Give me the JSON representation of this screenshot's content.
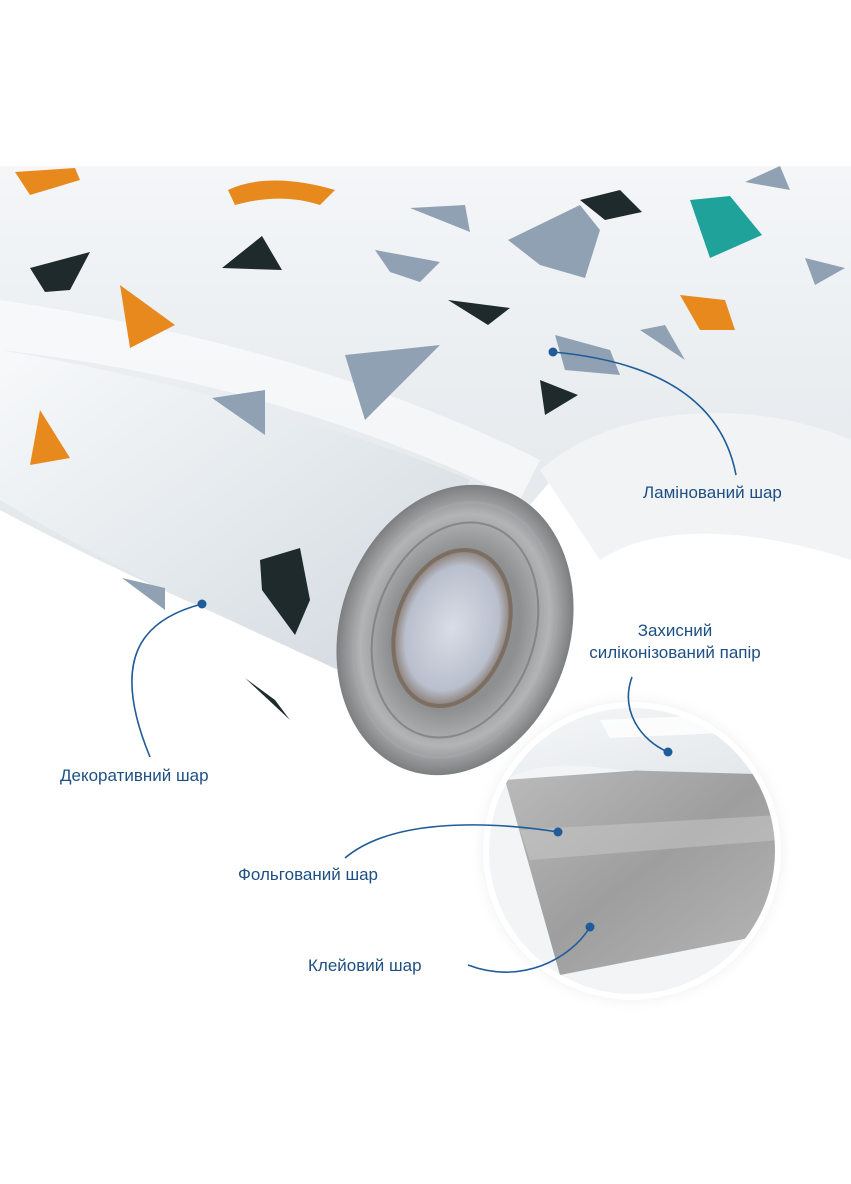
{
  "colors": {
    "accent": "#1f5c99",
    "label_text": "#1d4f84",
    "orange": "#e8891e",
    "dark": "#1f2a2c",
    "slate": "#8fa1b3",
    "teal": "#1fa29a",
    "film": "#eef1f3",
    "foil": "#9a9a9a"
  },
  "labels": {
    "laminated": "Ламінований шар",
    "protective_line1": "Захисний",
    "protective_line2": "силіконізований папір",
    "decorative": "Декоративний шар",
    "foil": "Фольгований шар",
    "adhesive": "Клейовий шар"
  }
}
